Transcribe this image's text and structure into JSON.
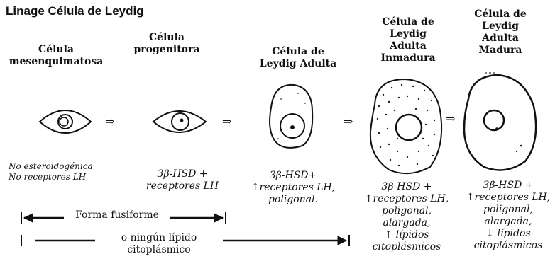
{
  "title": "Linage Célula de Leydig",
  "stages": [
    {
      "heading": "Célula\nmesenquimatosa",
      "description": "No esteroidogénica\nNo receptores LH"
    },
    {
      "heading": "Célula\nprogenitora",
      "description": "3β-HSD +\nreceptores LH"
    },
    {
      "heading": "Célula de\nLeydig Adulta",
      "description": "3β-HSD+\n↑receptores LH,\npoligonal."
    },
    {
      "heading": "Célula de\nLeydig\nAdulta\nInmadura",
      "description": "3β-HSD +\n↑receptores LH,\npoligonal,\nalargada,\n↑ lípidos\ncitoplásmicos"
    },
    {
      "heading": "Célula de\nLeydig\nAdulta\nMadura",
      "description": "3β-HSD +\n↑receptores LH,\npoligonal,\nalargada,\n↓ lípidos\ncitoplásmicos"
    }
  ],
  "transition_arrow": "⇒",
  "ranges": {
    "spindle_shape": "Forma fusiforme",
    "no_lipid": "o ningún lípido\ncitoplásmico"
  }
}
